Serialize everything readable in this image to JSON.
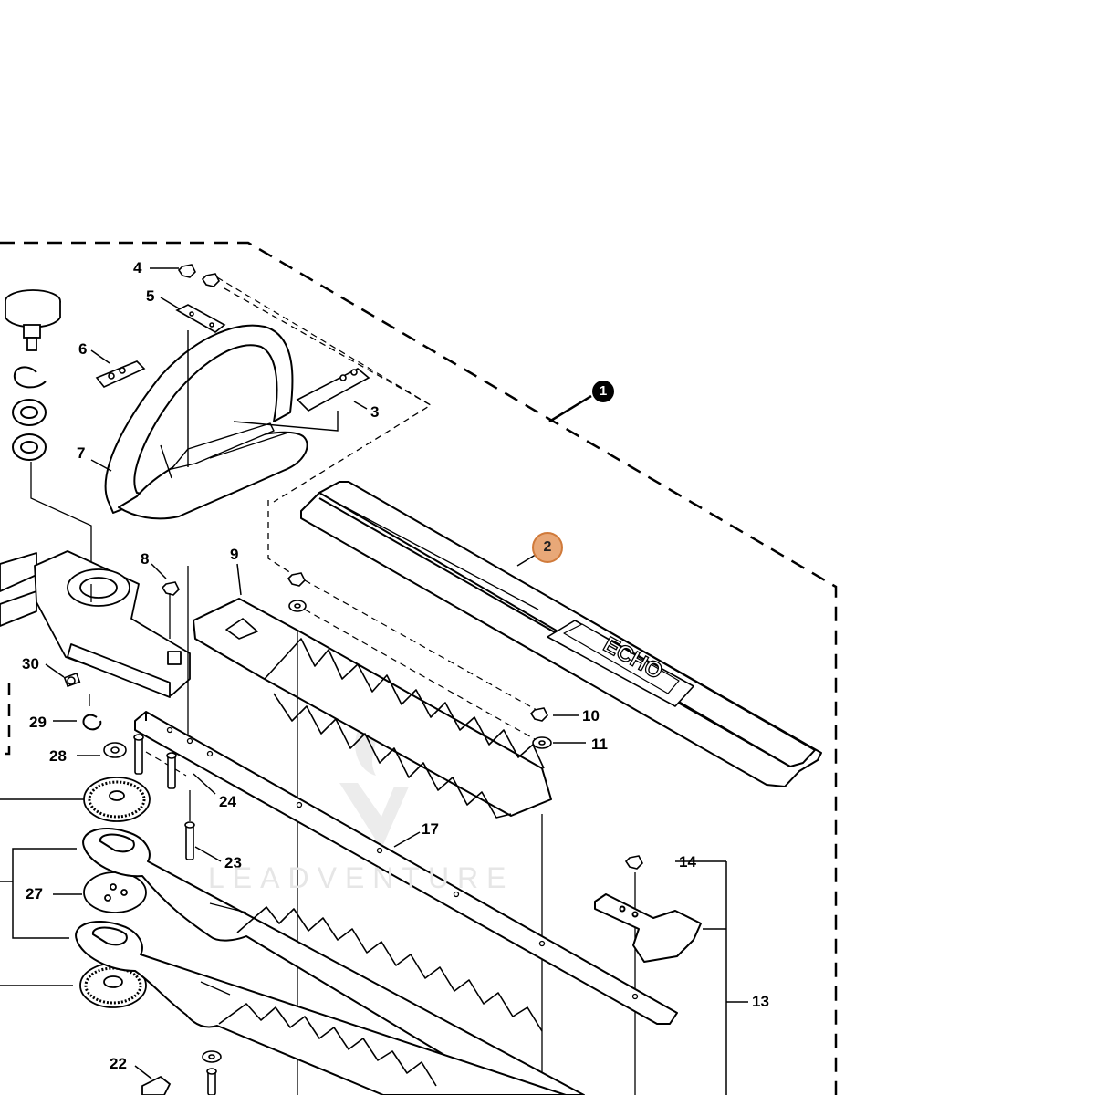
{
  "diagram": {
    "callouts": [
      "2",
      "3",
      "4",
      "5",
      "6",
      "7",
      "8",
      "9",
      "10",
      "11",
      "13",
      "14",
      "17",
      "22",
      "23",
      "24",
      "27",
      "28",
      "29",
      "30"
    ],
    "assembly_marker": "1",
    "highlighted_callout": "2",
    "colors": {
      "highlight_fill": "#e8a878",
      "highlight_stroke": "#d07a3a",
      "line": "#000000",
      "watermark": "#e6e6e6"
    }
  },
  "guard_logo": "ECHO",
  "watermark": "LEADVENTURE"
}
